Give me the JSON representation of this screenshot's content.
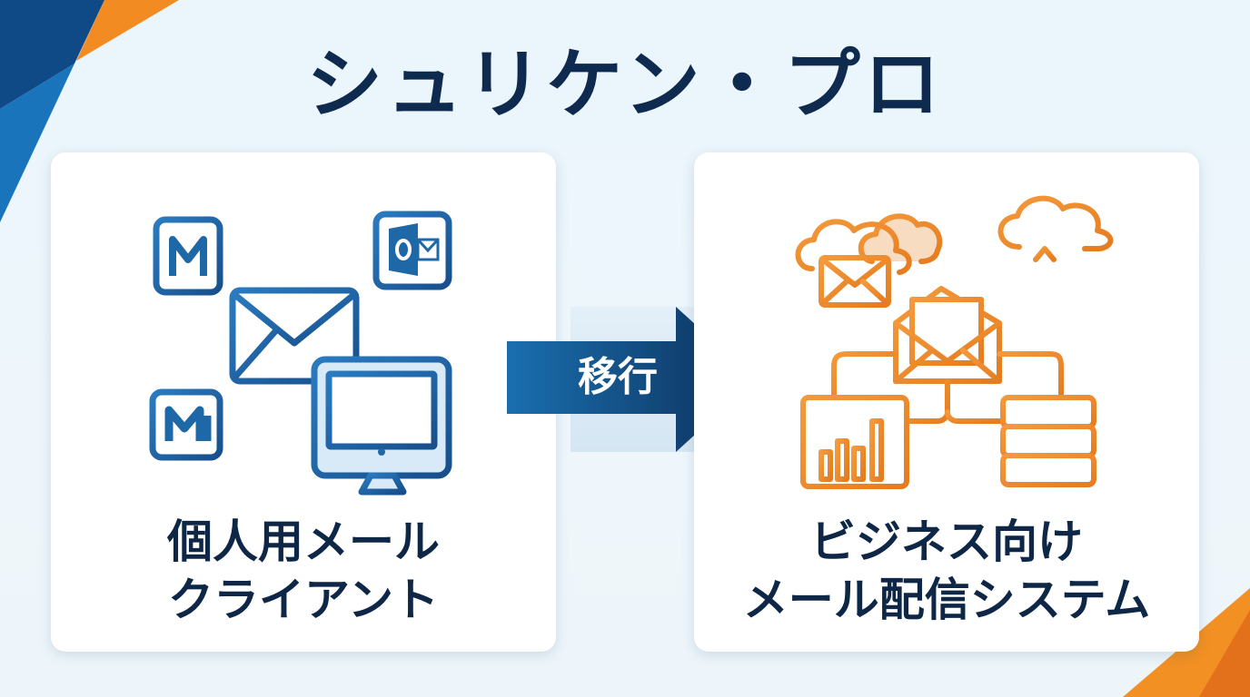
{
  "title": "シュリケン・プロ",
  "left_card": {
    "line1": "個人用メール",
    "line2": "クライアント",
    "icon": "personal-mail-clients-network-icon"
  },
  "arrow": {
    "label": "移行"
  },
  "right_card": {
    "line1": "ビジネス向け",
    "line2": "メール配信システム",
    "icon": "business-mail-delivery-system-icon"
  },
  "colors": {
    "title": "#0e2a4f",
    "blue_icon": "#1f68a8",
    "orange_icon": "#ef8a2b",
    "arrow_dark": "#0e3a6a",
    "arrow_light": "#1a6fb0",
    "accent_orange": "#f08a24",
    "accent_navy": "#0d4a85"
  }
}
